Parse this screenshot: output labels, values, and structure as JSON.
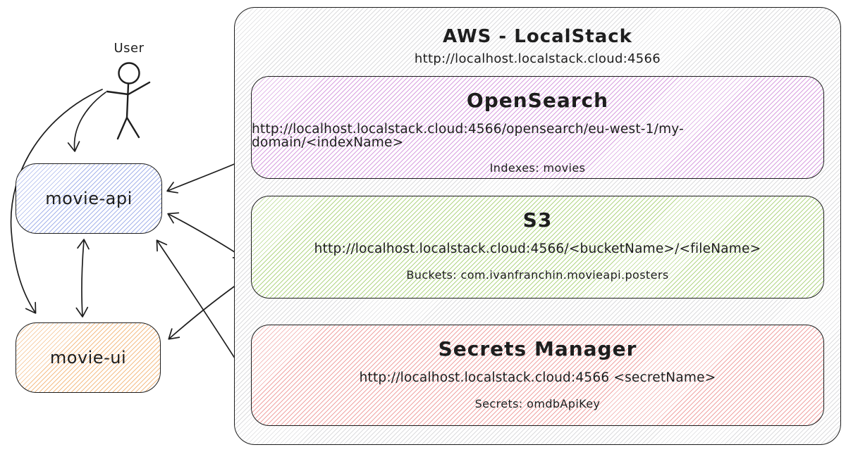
{
  "user": {
    "label": "User"
  },
  "movie_api": {
    "label": "movie-api"
  },
  "movie_ui": {
    "label": "movie-ui"
  },
  "aws": {
    "title": "AWS - LocalStack",
    "url": "http://localhost.localstack.cloud:4566",
    "services": [
      {
        "title": "OpenSearch",
        "url": "http://localhost.localstack.cloud:4566/opensearch/eu-west-1/my-domain/<indexName>",
        "detail": "Indexes: movies"
      },
      {
        "title": "S3",
        "url": "http://localhost.localstack.cloud:4566/<bucketName>/<fileName>",
        "detail": "Buckets: com.ivanfranchin.movieapi.posters"
      },
      {
        "title": "Secrets Manager",
        "url": "http://localhost.localstack.cloud:4566 <secretName>",
        "detail": "Secrets: omdbApiKey"
      }
    ]
  },
  "connections": [
    {
      "from": "User",
      "to": "movie-api",
      "direction": "one-way"
    },
    {
      "from": "User",
      "to": "movie-ui",
      "direction": "one-way"
    },
    {
      "from": "movie-api",
      "to": "movie-ui",
      "direction": "two-way"
    },
    {
      "from": "movie-api",
      "to": "OpenSearch",
      "direction": "two-way"
    },
    {
      "from": "movie-api",
      "to": "S3",
      "direction": "two-way"
    },
    {
      "from": "Secrets Manager",
      "to": "movie-api",
      "direction": "one-way"
    },
    {
      "from": "S3",
      "to": "movie-ui",
      "direction": "one-way"
    }
  ],
  "colors": {
    "stroke": "#1e1e1e",
    "aws_hatch": "#dcdcde",
    "opensearch_hatch": "#d8a0e0",
    "s3_hatch": "#b2d686",
    "secrets_hatch": "#f0a4a4",
    "api_hatch": "#a6b4eb",
    "ui_hatch": "#f4be88"
  }
}
